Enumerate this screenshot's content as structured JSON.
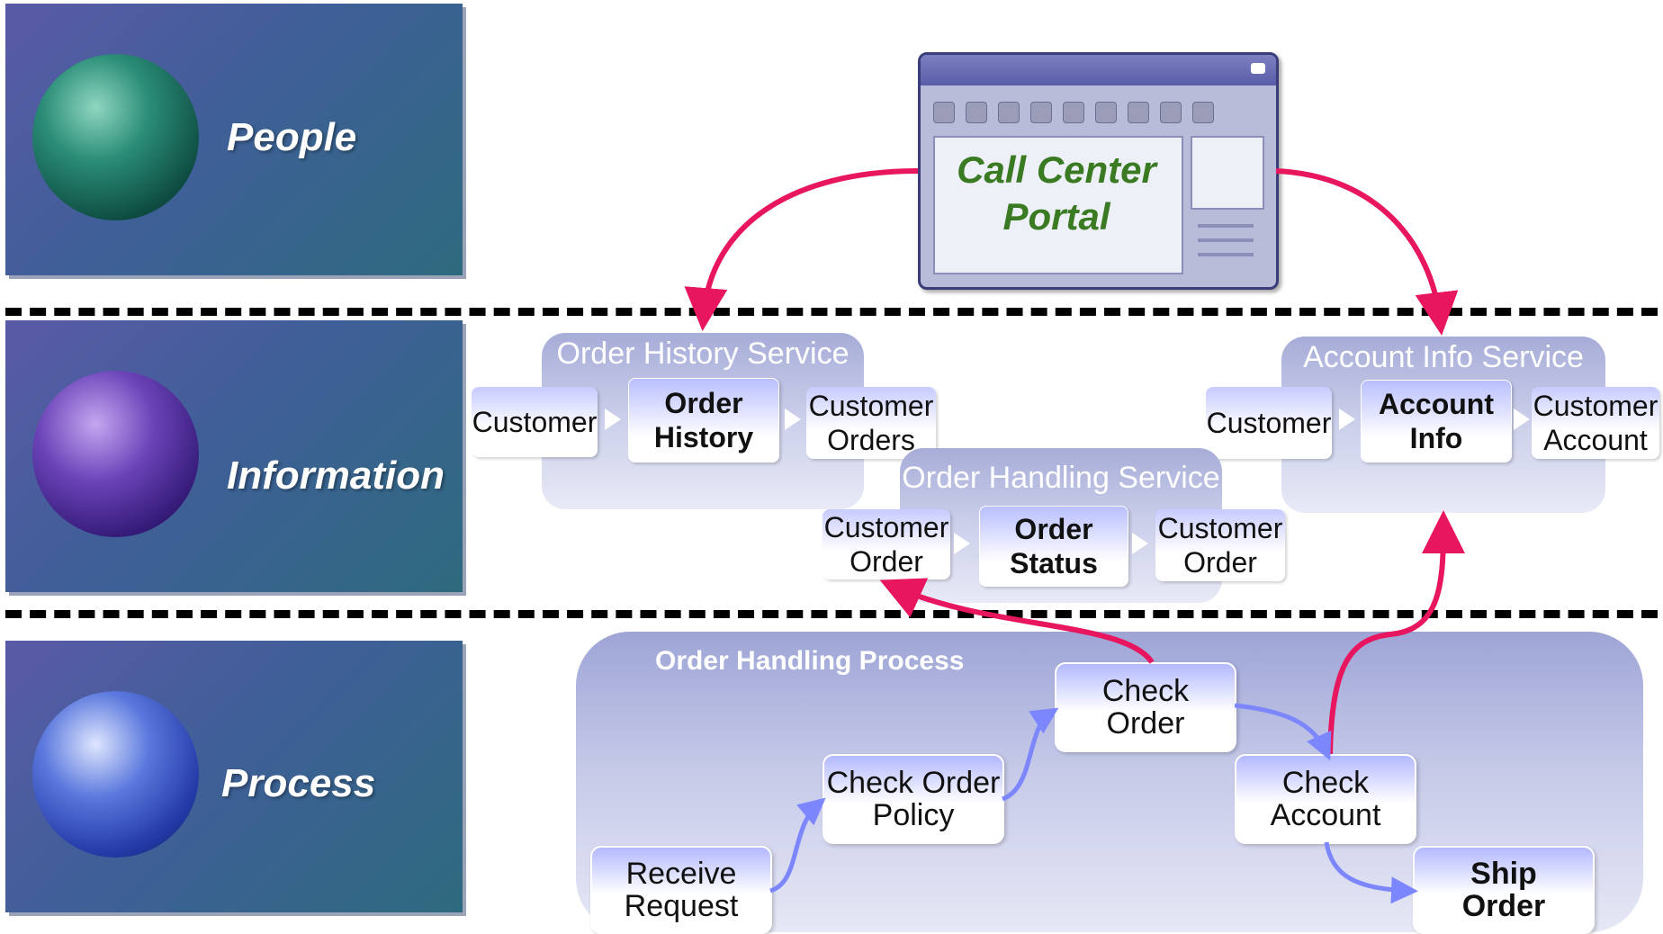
{
  "layers": {
    "people": "People",
    "information": "Information",
    "process": "Process"
  },
  "portal": {
    "title_line1": "Call Center",
    "title_line2": "Portal"
  },
  "services": {
    "order_history": {
      "title": "Order History Service",
      "input": "Customer",
      "operation_line1": "Order",
      "operation_line2": "History",
      "output_line1": "Customer",
      "output_line2": "Orders"
    },
    "order_handling": {
      "title": "Order Handling Service",
      "input_line1": "Customer",
      "input_line2": "Order",
      "operation_line1": "Order",
      "operation_line2": "Status",
      "output_line1": "Customer",
      "output_line2": "Order"
    },
    "account_info": {
      "title": "Account Info Service",
      "input": "Customer",
      "operation_line1": "Account",
      "operation_line2": "Info",
      "output_line1": "Customer",
      "output_line2": "Account"
    }
  },
  "process": {
    "title": "Order Handling Process",
    "steps": {
      "receive_request": [
        "Receive",
        "Request"
      ],
      "check_order_policy": [
        "Check Order",
        "Policy"
      ],
      "check_order": [
        "Check",
        "Order"
      ],
      "check_account": [
        "Check",
        "Account"
      ],
      "ship_order": [
        "Ship",
        "Order"
      ]
    }
  },
  "colors": {
    "arrow_red": "#e8155f",
    "arrow_blue": "#7b86ff",
    "portal_text": "#3a7a22"
  }
}
